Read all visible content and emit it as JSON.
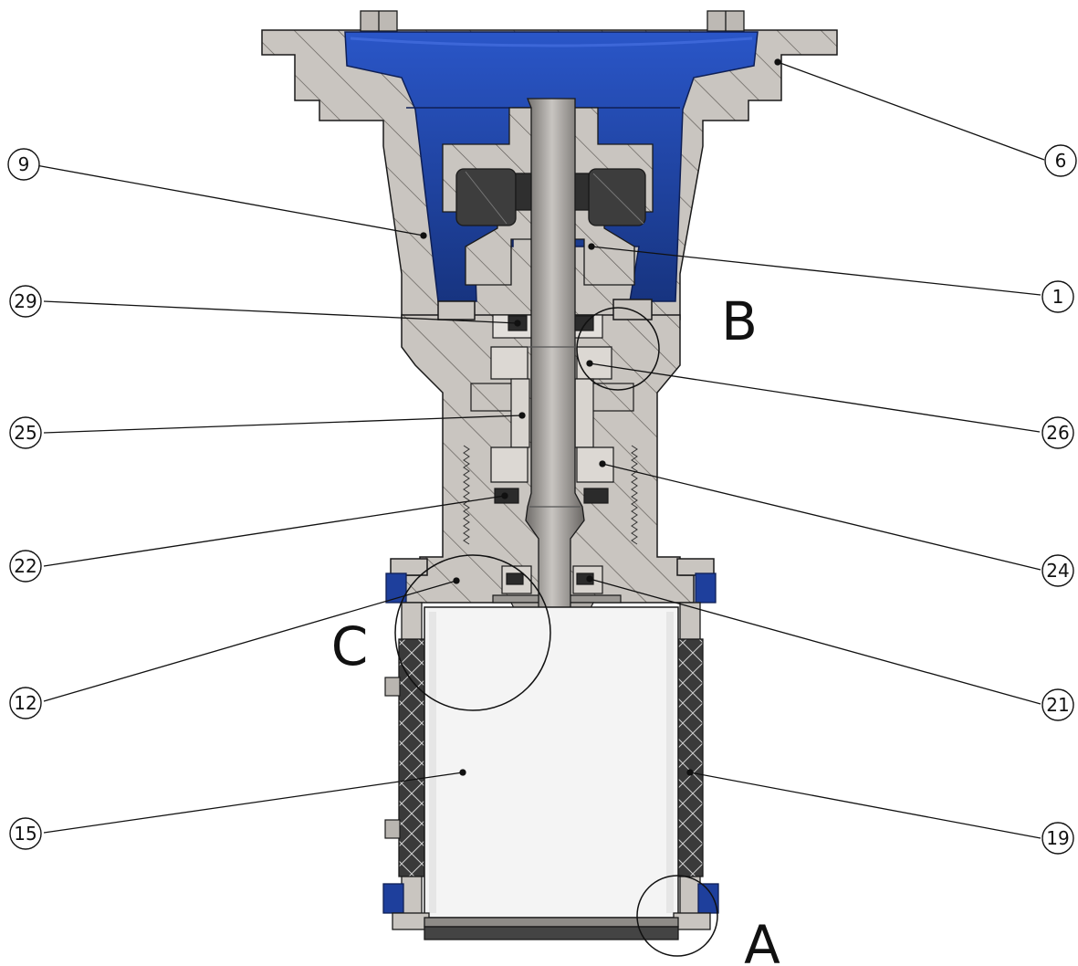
{
  "drawing": {
    "part_callouts": [
      {
        "id": "6",
        "label": "6"
      },
      {
        "id": "9",
        "label": "9"
      },
      {
        "id": "1",
        "label": "1"
      },
      {
        "id": "29",
        "label": "29"
      },
      {
        "id": "26",
        "label": "26"
      },
      {
        "id": "25",
        "label": "25"
      },
      {
        "id": "22",
        "label": "22"
      },
      {
        "id": "24",
        "label": "24"
      },
      {
        "id": "12",
        "label": "12"
      },
      {
        "id": "21",
        "label": "21"
      },
      {
        "id": "15",
        "label": "15"
      },
      {
        "id": "19",
        "label": "19"
      }
    ],
    "detail_labels": [
      {
        "id": "B",
        "label": "B"
      },
      {
        "id": "C",
        "label": "C"
      },
      {
        "id": "A",
        "label": "A"
      }
    ],
    "colors": {
      "housing_gray": "#c9c5c0",
      "actuator_blue": "#1e3f9c",
      "liner_white": "#f4f4f4",
      "rubber_dark": "#3a3a3a",
      "shaft_gray": "#8f8c88",
      "outline": "#1a1a1a"
    }
  }
}
